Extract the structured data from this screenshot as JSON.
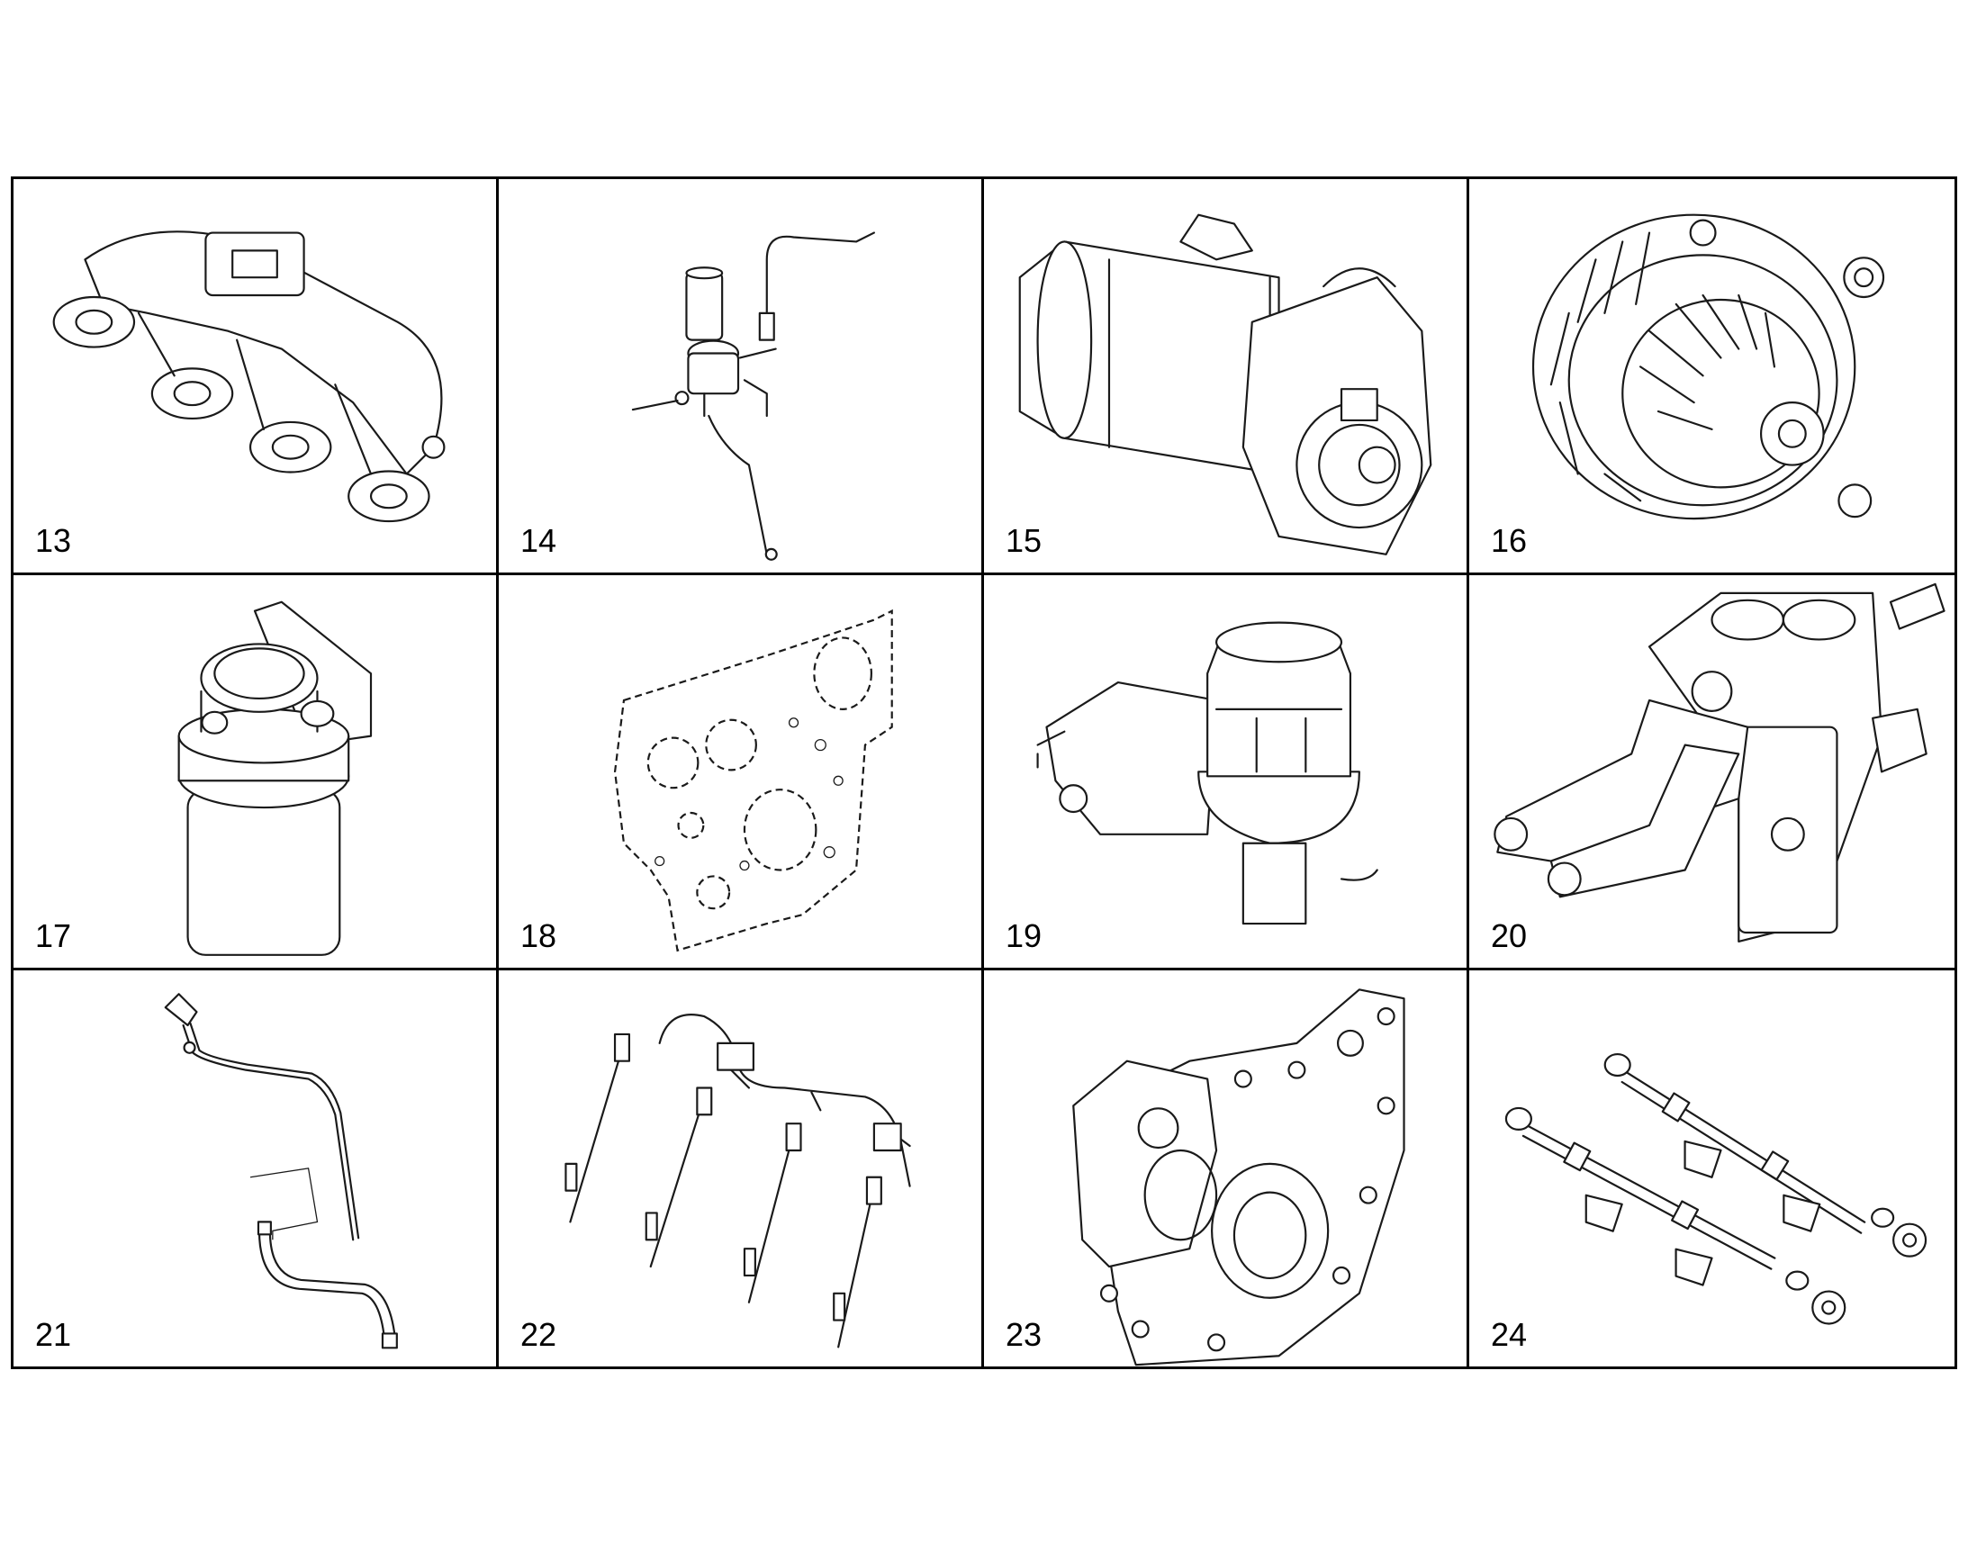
{
  "parts": [
    {
      "number": "13",
      "icon": "exhaust-manifold-icon"
    },
    {
      "number": "14",
      "icon": "fuel-filter-kit-icon"
    },
    {
      "number": "15",
      "icon": "starter-motor-icon"
    },
    {
      "number": "16",
      "icon": "alternator-icon"
    },
    {
      "number": "17",
      "icon": "fuel-filter-icon"
    },
    {
      "number": "18",
      "icon": "gasket-icon"
    },
    {
      "number": "19",
      "icon": "fuel-pump-icon"
    },
    {
      "number": "20",
      "icon": "bracket-housing-icon"
    },
    {
      "number": "21",
      "icon": "dipstick-tube-icon"
    },
    {
      "number": "22",
      "icon": "glow-plug-harness-icon"
    },
    {
      "number": "23",
      "icon": "timing-cover-icon"
    },
    {
      "number": "24",
      "icon": "balancer-shafts-icon"
    }
  ]
}
